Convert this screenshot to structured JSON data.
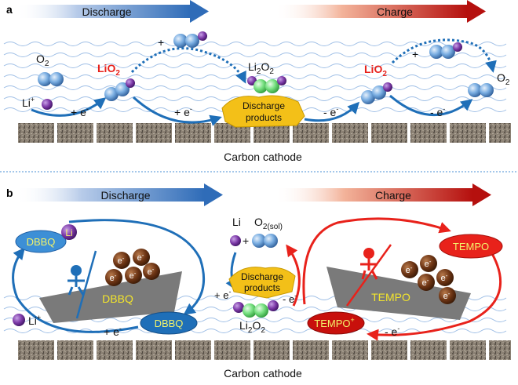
{
  "panel_a": {
    "letter": "a",
    "discharge": "Discharge",
    "charge": "Charge",
    "o2_left": "O",
    "o2_left_sub": "2",
    "li_plus": "Li",
    "li_plus_sup": "+",
    "lio2_left": "LiO",
    "lio2_left_sub": "2",
    "plus_top_left": "+",
    "plus_e1": "+ e",
    "plus_e1_sup": "-",
    "plus_e2": "+ e",
    "plus_e2_sup": "-",
    "li2o2": "Li",
    "li2o2_sub": "2",
    "li2o2_o": "O",
    "li2o2_sub2": "2",
    "products_line1": "Discharge",
    "products_line2": "products",
    "minus_e1": "- e",
    "minus_e1_sup": "-",
    "lio2_right": "LiO",
    "lio2_right_sub": "2",
    "plus_top_right": "+",
    "minus_e2": "- e",
    "minus_e2_sup": "-",
    "o2_right": "O",
    "o2_right_sub": "2",
    "cathode": "Carbon cathode"
  },
  "panel_b": {
    "letter": "b",
    "discharge": "Discharge",
    "charge": "Charge",
    "dbbq_li": "DBBQ",
    "li_badge": "Li",
    "li": "Li",
    "o2sol": "O",
    "o2sol_sub": "2(sol)",
    "tempo_top": "TEMPO",
    "products_line1": "Discharge",
    "products_line2": "products",
    "plus_e_mid": "+ e",
    "plus_e_mid_sup": "-",
    "minus_e_mid": "- e",
    "minus_e_mid_sup": "-",
    "li2o2": "Li",
    "li2o2_sub": "2",
    "li2o2_o": "O",
    "li2o2_sub2": "2",
    "boat_left_label": "DBBQ",
    "boat_right_label": "TEMPO",
    "electron": "e",
    "electron_sup": "-",
    "li_plus": "Li",
    "li_plus_sup": "+",
    "plus_e_bottom": "+ e",
    "plus_e_bottom_sup": "-",
    "dbbq_bottom": "DBBQ",
    "tempo_plus": "TEMPO",
    "tempo_plus_sup": "+",
    "minus_e_bottom": "- e",
    "minus_e_bottom_sup": "-",
    "cathode": "Carbon cathode"
  },
  "colors": {
    "blue_arrow": "#1f6fb8",
    "red_arrow": "#e8221b",
    "lio2_red": "#e8221b",
    "purple_li": "#7d3aa8",
    "products_gold": "#f3c018",
    "sphere_blue": "#6fa6dd",
    "sphere_green": "#6fe07a",
    "electron_brown": "#6b3313",
    "boat_gray": "#7a7a7a",
    "wave_blue": "#9fbfe6",
    "carbon_tile": "#8c8275"
  }
}
